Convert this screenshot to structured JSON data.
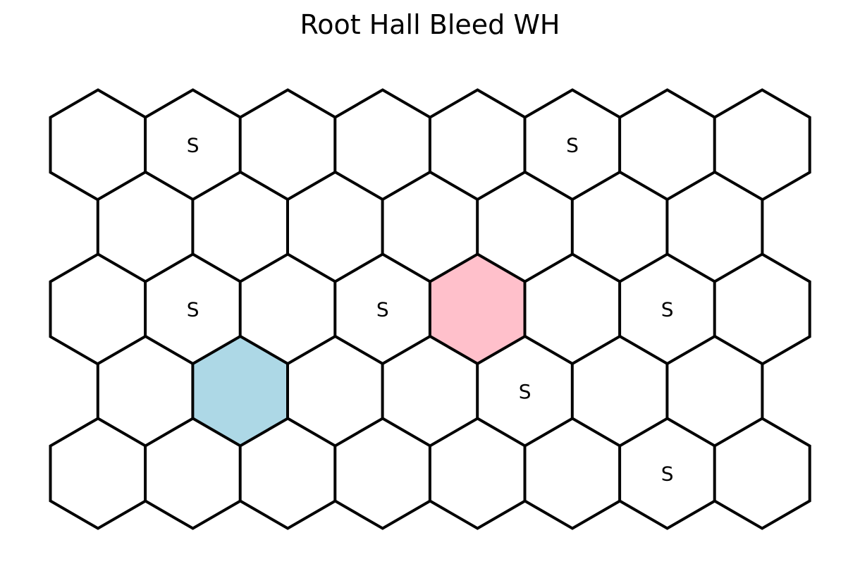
{
  "title": "Root Hall Bleed WH",
  "board": {
    "rows": 5,
    "cols": 8,
    "default_fill": "#ffffff",
    "stroke_color": "#000000",
    "cells": [
      {
        "row": 0,
        "col": 1,
        "label": "S"
      },
      {
        "row": 0,
        "col": 5,
        "label": "S"
      },
      {
        "row": 2,
        "col": 1,
        "label": "S"
      },
      {
        "row": 2,
        "col": 3,
        "label": "S"
      },
      {
        "row": 2,
        "col": 4,
        "fill": "#ffc0cb"
      },
      {
        "row": 2,
        "col": 6,
        "label": "S"
      },
      {
        "row": 3,
        "col": 1,
        "fill": "#add8e6"
      },
      {
        "row": 3,
        "col": 4,
        "label": "S"
      },
      {
        "row": 4,
        "col": 6,
        "label": "S"
      }
    ]
  }
}
